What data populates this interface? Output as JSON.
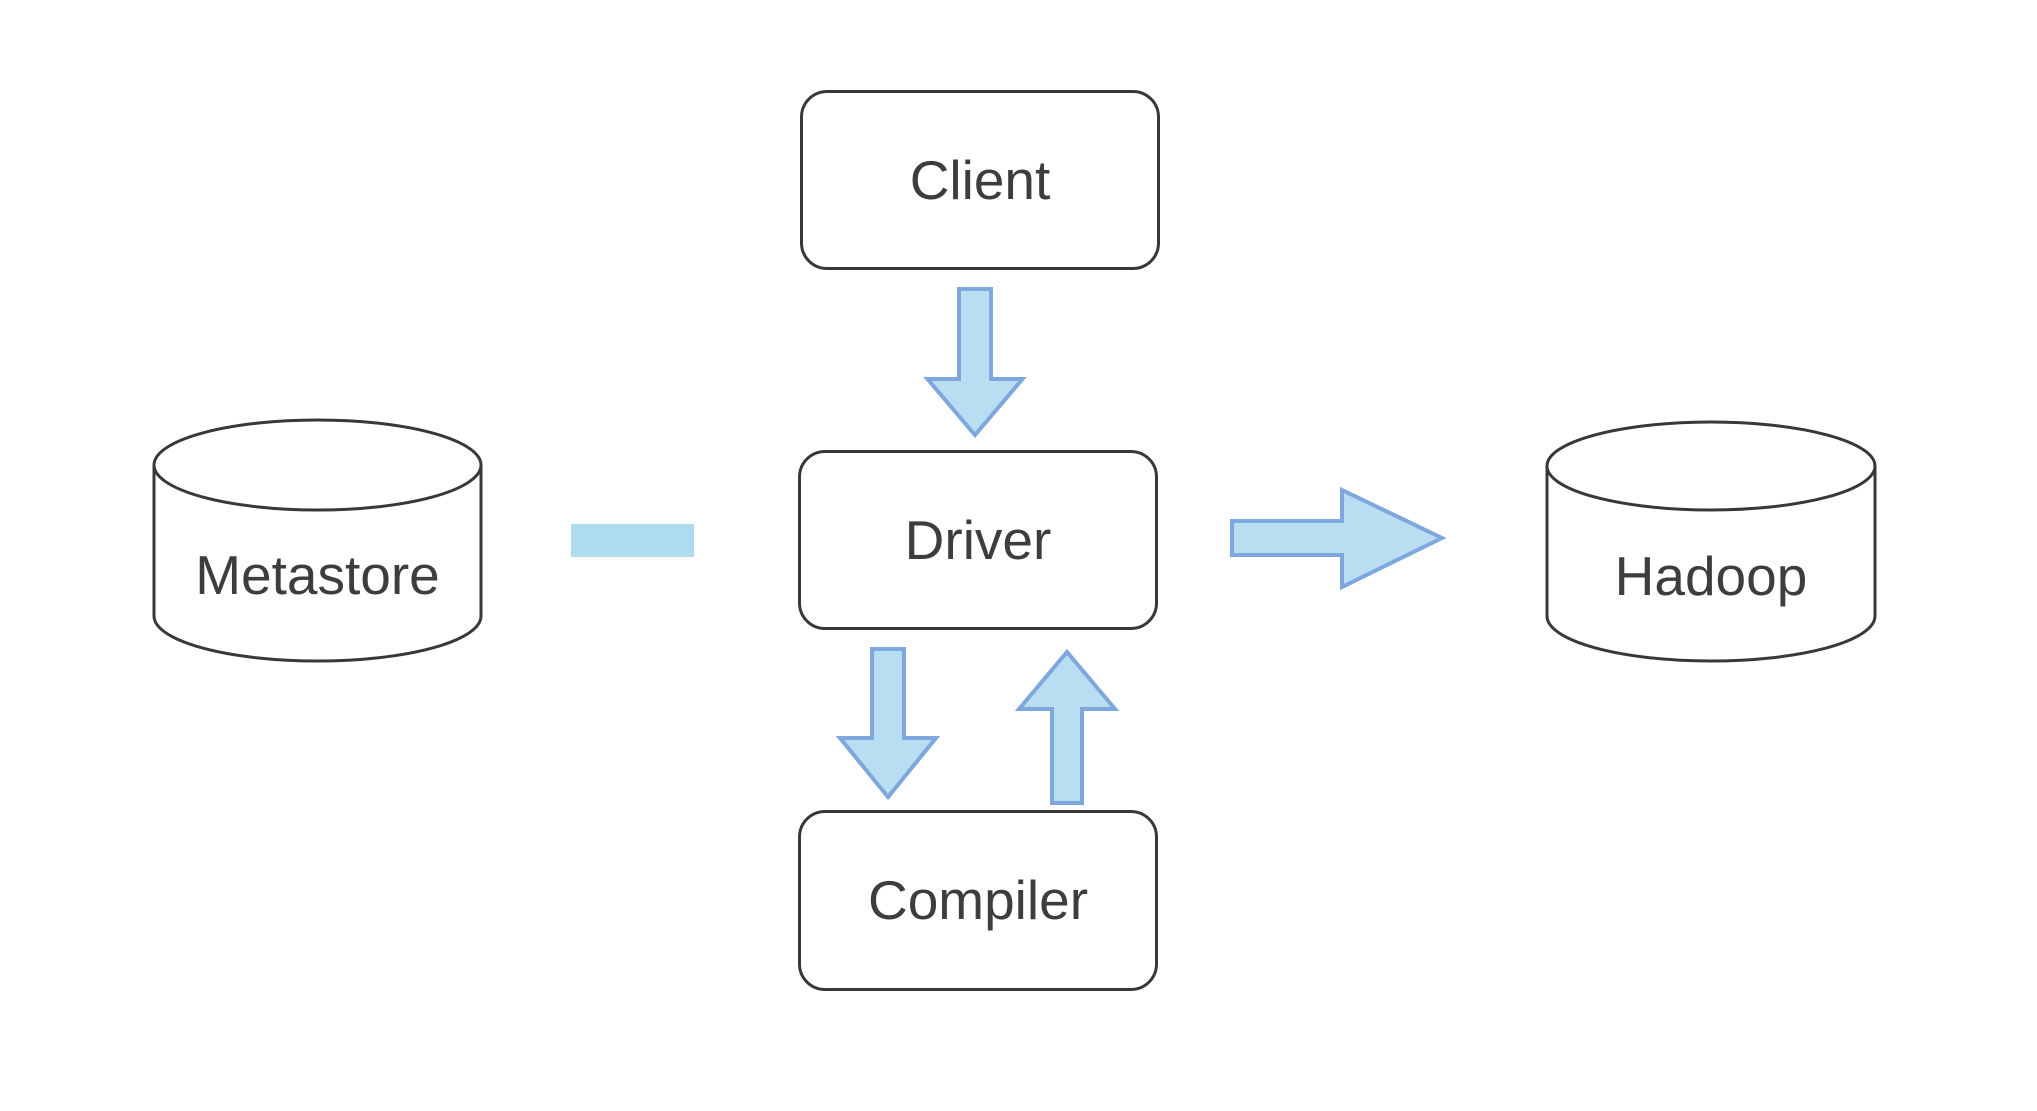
{
  "diagram": {
    "nodes": {
      "client": {
        "label": "Client",
        "shape": "rounded-rect"
      },
      "driver": {
        "label": "Driver",
        "shape": "rounded-rect"
      },
      "compiler": {
        "label": "Compiler",
        "shape": "rounded-rect"
      },
      "metastore": {
        "label": "Metastore",
        "shape": "cylinder"
      },
      "hadoop": {
        "label": "Hadoop",
        "shape": "cylinder"
      }
    },
    "connectors": [
      {
        "from": "client",
        "to": "driver",
        "type": "block-arrow",
        "direction": "down"
      },
      {
        "from": "driver",
        "to": "compiler",
        "type": "block-arrow",
        "direction": "down"
      },
      {
        "from": "compiler",
        "to": "driver",
        "type": "block-arrow",
        "direction": "up"
      },
      {
        "from": "driver",
        "to": "hadoop",
        "type": "block-arrow",
        "direction": "right"
      },
      {
        "from": "metastore",
        "to": "driver",
        "type": "dash",
        "direction": "horizontal"
      }
    ],
    "colors": {
      "background": "#ffffff",
      "node_fill": "#ffffff",
      "node_border": "#383838",
      "label_text": "#3d3d3d",
      "arrow_fill": "#b9ddf1",
      "arrow_stroke": "#7da7dd",
      "dash_fill": "#aedcee"
    }
  }
}
